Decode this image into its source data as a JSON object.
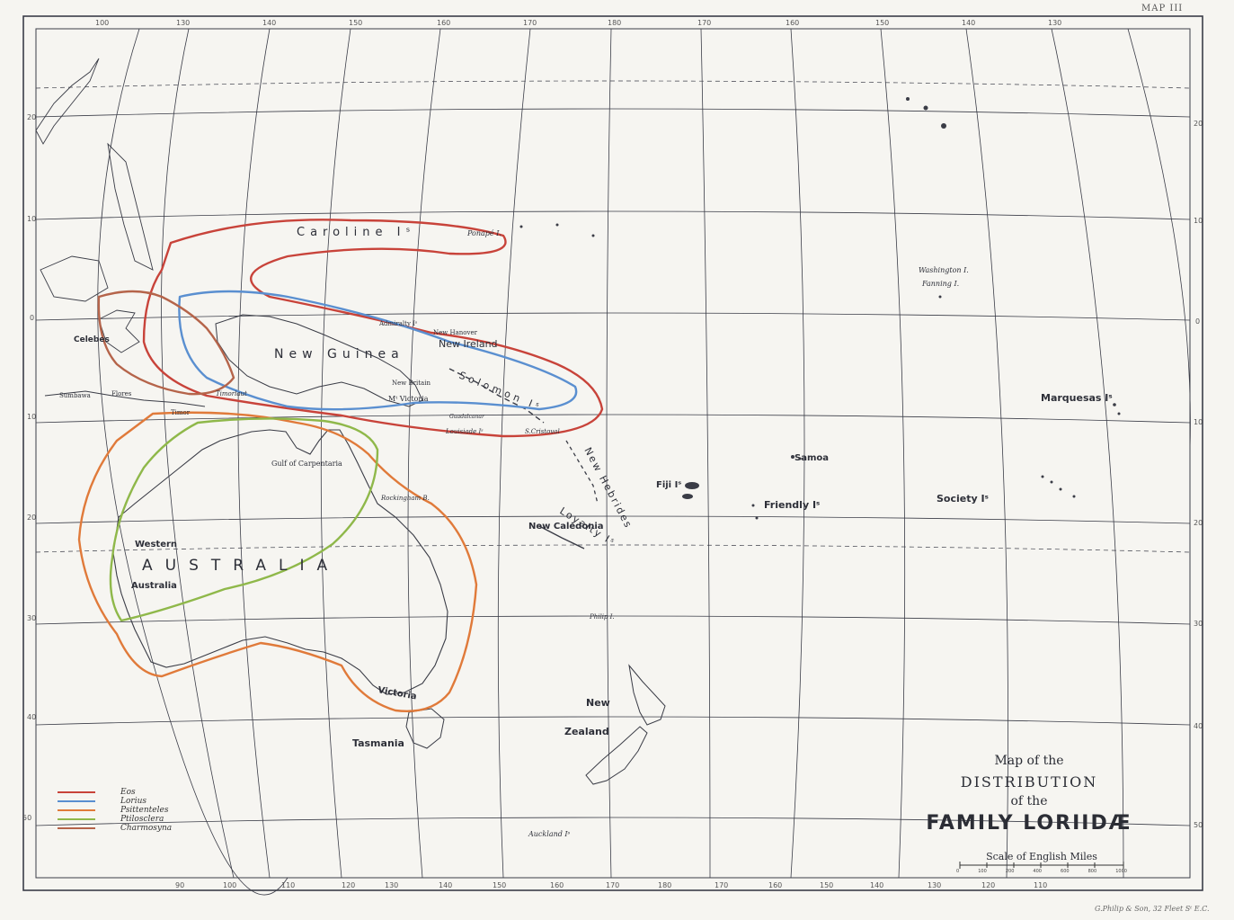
{
  "map_number": "MAP III",
  "title": {
    "line1": "Map of the",
    "line2": "DISTRIBUTION",
    "line3": "of the",
    "line4": "FAMILY LORIIDÆ"
  },
  "scale": {
    "label": "Scale of English Miles",
    "ticks": [
      "0",
      "100",
      "200",
      "400",
      "600",
      "800",
      "1000"
    ]
  },
  "publisher": "G.Philip & Son, 32 Fleet Sᵗ E.C.",
  "legend": [
    {
      "name": "Eos",
      "color": "#c8433a"
    },
    {
      "name": "Lorius",
      "color": "#5a8fd0"
    },
    {
      "name": "Psittenteles",
      "color": "#e07a3a"
    },
    {
      "name": "Ptilosclera",
      "color": "#8fb84a"
    },
    {
      "name": "Charmosyna",
      "color": "#b5644a"
    }
  ],
  "colors": {
    "paper": "#f6f5f1",
    "grid": "#3b3d48",
    "land": "#3a3c46"
  },
  "top_longitudes": [
    "100",
    "130",
    "140",
    "150",
    "160",
    "170",
    "180",
    "170",
    "160",
    "150",
    "140",
    "130"
  ],
  "bottom_longitudes": [
    "90",
    "100",
    "110",
    "120",
    "130",
    "140",
    "150",
    "160",
    "170",
    "180",
    "170",
    "160",
    "150",
    "140",
    "130",
    "120",
    "110"
  ],
  "left_latitudes": [
    "20",
    "10",
    "0",
    "10",
    "20",
    "30",
    "40",
    "50"
  ],
  "right_latitudes": [
    "20",
    "10",
    "0",
    "10",
    "20",
    "30",
    "40",
    "50"
  ],
  "places": {
    "caroline": "Caroline Iˢ",
    "ponape": "Ponapé I.",
    "celebes": "Celebes",
    "new_guinea": "New Guinea",
    "new_ireland": "New Ireland",
    "new_hanover": "New Hanover",
    "admiralty": "Admiralty Iˢ",
    "new_britain": "New Britain",
    "solomon": "Solomon Iˢ",
    "mt_victoria": "Mᵗ Victoria",
    "s_cristoval": "S.Cristoval",
    "louisiade": "Louisiade Iˢ",
    "guadalcanar": "Guadalcanar",
    "sumbawa": "Sumbawa",
    "flores": "Flores",
    "timor": "Timor",
    "timorlaut": "Timorlaut",
    "gulf": "Gulf of Carpentaria",
    "rockingham": "Rockingham B.",
    "western": "Western",
    "australia_big": "AUSTRALIA",
    "australia_small": "Australia",
    "victoria": "Victoria",
    "tasmania": "Tasmania",
    "new_hebrides": "New Hebrides",
    "loyalty": "Loyalty Iˢ",
    "new_caledonia": "New Caledonia",
    "fiji": "Fiji Iˢ",
    "samoa": "Samoa",
    "friendly": "Friendly Iˢ",
    "society": "Society Iˢ",
    "marquesas": "Marquesas Iˢ",
    "washington": "Washington I.",
    "fanning": "Fanning I.",
    "philip": "Philip I.",
    "new_zealand_1": "New",
    "new_zealand_2": "Zealand",
    "auckland": "Auckland Iˢ"
  }
}
